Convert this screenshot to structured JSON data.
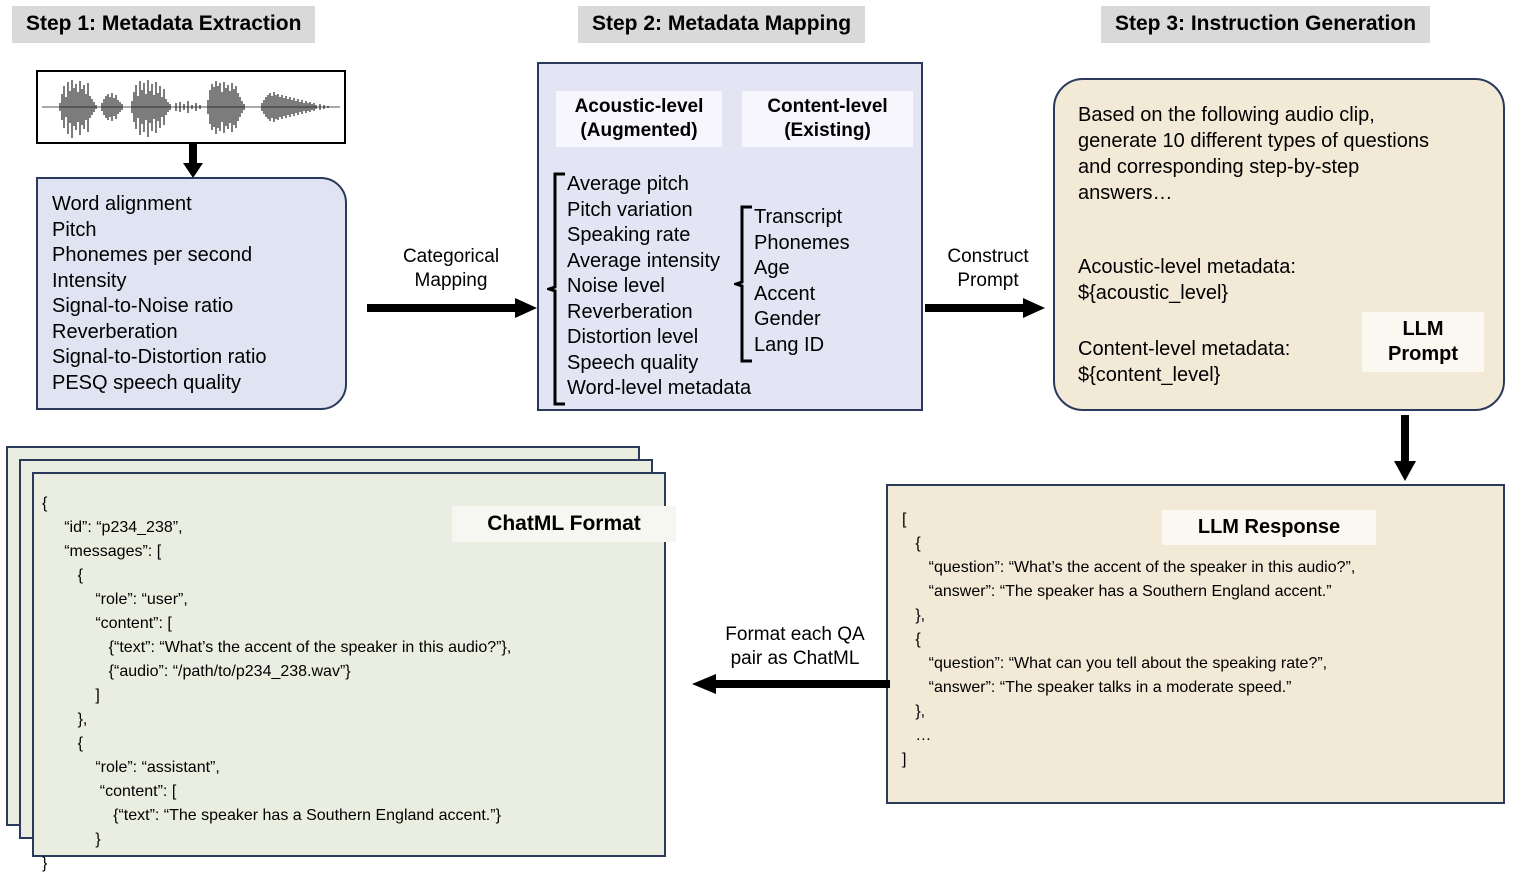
{
  "steps": {
    "step1": "Step 1: Metadata Extraction",
    "step2": "Step 2: Metadata Mapping",
    "step3": "Step 3: Instruction Generation"
  },
  "step1": {
    "waveform_alt": "audio-waveform",
    "extracted_metadata": "Word alignment\nPitch\nPhonemes per second\nIntensity\nSignal-to-Noise ratio\nReverberation\nSignal-to-Distortion ratio\nPESQ speech quality"
  },
  "arrows": {
    "categorical_mapping": "Categorical\nMapping",
    "construct_prompt": "Construct\nPrompt",
    "format_chatml": "Format each QA\npair as ChatML"
  },
  "step2": {
    "acoustic_title": "Acoustic-level\n(Augmented)",
    "content_title": "Content-level\n(Existing)",
    "acoustic_items": "Average pitch\nPitch variation\nSpeaking rate\nAverage intensity\nNoise level\nReverberation\nDistortion level\nSpeech quality\nWord-level metadata",
    "content_items": "Transcript\nPhonemes\nAge\nAccent\nGender\nLang ID"
  },
  "step3": {
    "prompt_intro": "Based on the following audio clip,\ngenerate 10 different types of questions\nand corresponding step-by-step\nanswers…",
    "prompt_acoustic": "Acoustic-level metadata:\n${acoustic_level}",
    "prompt_content": "Content-level metadata:\n${content_level}",
    "llm_prompt_tag": "LLM\nPrompt"
  },
  "llm_response": {
    "tag": "LLM Response",
    "body": "[\n   {\n      “question”: “What’s the accent of the speaker in this audio?”,\n      “answer”: “The speaker has a Southern England accent.”\n   },\n   {\n      “question”: “What can you tell about the speaking rate?”,\n      “answer”: “The speaker talks in a moderate speed.”\n   },\n   …\n]"
  },
  "chatml": {
    "tag": "ChatML Format",
    "body": "{\n     “id”: “p234_238”,\n     “messages”: [\n        {\n            “role”: “user”,\n            “content”: [\n               {“text”: “What’s the accent of the speaker in this audio?”},\n               {“audio”: “/path/to/p234_238.wav”}\n            ]\n        },\n        {\n            “role”: “assistant”,\n             “content”: [\n                {“text”: “The speaker has a Southern England accent.”}\n            }\n}"
  },
  "colors": {
    "header_bar": "#d9d9d9",
    "blue_box": "#e3e5f4",
    "tan_box": "#f2e9d7",
    "green_box": "#eaeee0",
    "border": "#2b3a5c"
  }
}
